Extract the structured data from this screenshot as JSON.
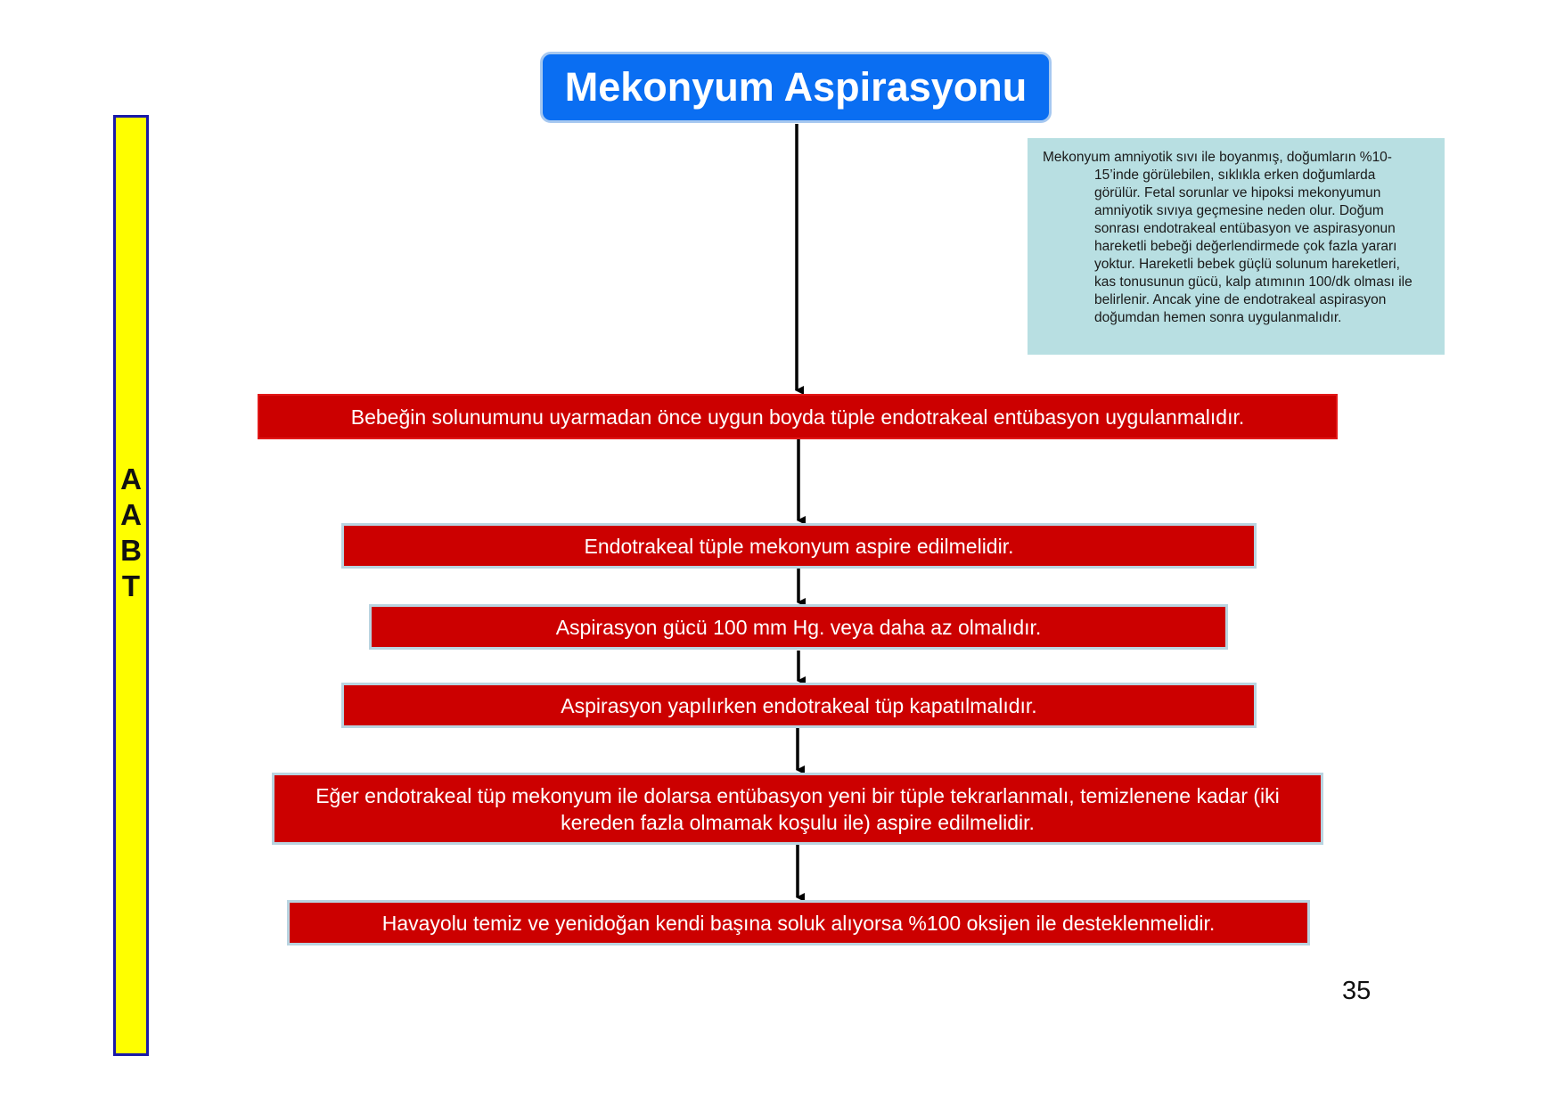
{
  "title": "Mekonyum Aspirasyonu",
  "sidebar": {
    "letters": [
      "A",
      "A",
      "B",
      "T"
    ]
  },
  "note": {
    "first_line": "Mekonyum amniyotik sıvı ile boyanmış, doğumların %10-",
    "rest": "15’inde görülebilen, sıklıkla erken doğumlarda görülür. Fetal sorunlar ve hipoksi mekonyumun amniyotik sıvıya geçmesine neden olur. Doğum sonrası endotrakeal entübasyon ve aspirasyonun hareketli bebeği değerlendirmede çok fazla yararı yoktur. Hareketli bebek güçlü solunum hareketleri, kas tonusunun gücü, kalp atımının 100/dk olması ile belirlenir. Ancak yine de endotrakeal aspirasyon doğumdan hemen sonra uygulanmalıdır."
  },
  "steps": [
    {
      "text": "Bebeğin solunumunu uyarmadan önce uygun boyda tüple endotrakeal entübasyon uygulanmalıdır."
    },
    {
      "text": "Endotrakeal tüple mekonyum aspire edilmelidir."
    },
    {
      "text": "Aspirasyon gücü 100 mm Hg. veya daha az olmalıdır."
    },
    {
      "text": "Aspirasyon yapılırken endotrakeal tüp kapatılmalıdır."
    },
    {
      "text": "Eğer endotrakeal tüp mekonyum ile dolarsa entübasyon yeni bir tüple tekrarlanmalı, temizlenene kadar (iki kereden fazla olmamak koşulu ile) aspire edilmelidir."
    },
    {
      "text": "Havayolu temiz ve yenidoğan kendi başına soluk alıyorsa %100 oksijen ile desteklenmelidir."
    }
  ],
  "page_number": "35",
  "colors": {
    "title_bg": "#0a6ef2",
    "step_bg": "#cc0000",
    "sidebar_bg": "#ffff00",
    "note_bg": "#b8dfe2"
  }
}
